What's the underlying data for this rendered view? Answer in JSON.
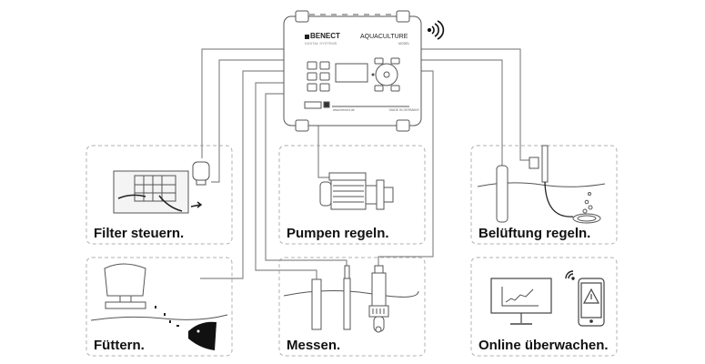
{
  "controller": {
    "brand": "BENECT",
    "brand_sub": "DIGITAL SYSTEMS",
    "product": "AQUACULTURE",
    "product_sub": "MODEL",
    "website": "www.benect.de",
    "made_in": "MADE IN GERMANY",
    "wireless_icon": "wireless-signal-icon"
  },
  "panels": [
    {
      "id": "filter",
      "label": "Filter steuern.",
      "icon": "filter-sensor-icon"
    },
    {
      "id": "pump",
      "label": "Pumpen regeln.",
      "icon": "pump-icon"
    },
    {
      "id": "aeration",
      "label": "Belüftung regeln.",
      "icon": "aeration-icon"
    },
    {
      "id": "feeding",
      "label": "Füttern.",
      "icon": "feeder-icon"
    },
    {
      "id": "measuring",
      "label": "Messen.",
      "icon": "probe-icon"
    },
    {
      "id": "monitoring",
      "label": "Online überwachen.",
      "icon": "monitor-phone-icon"
    }
  ],
  "colors": {
    "wire": "#8a8a8a",
    "outline": "#555555",
    "dash": "#b0b0b0",
    "text": "#111111"
  }
}
